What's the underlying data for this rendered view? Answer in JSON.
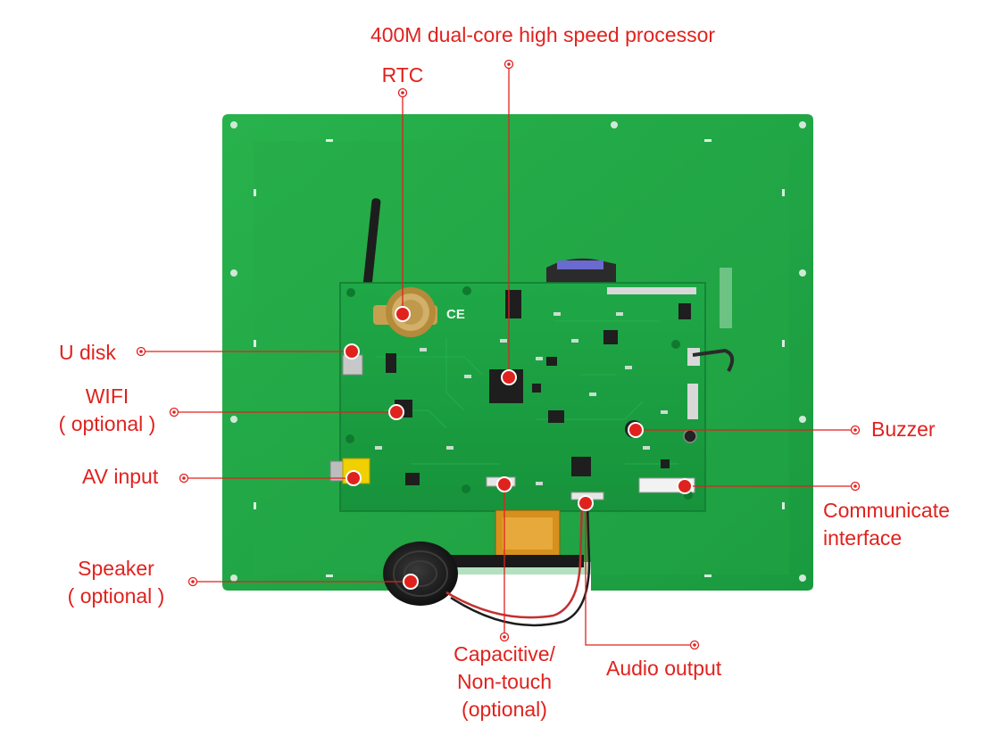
{
  "accent_color": "#e0221e",
  "board_color": "#1fae48",
  "labels": {
    "processor": "400M dual-core high speed processor",
    "rtc": "RTC",
    "u_disk": "U disk",
    "wifi": [
      "WIFI",
      "( optional )"
    ],
    "av_input": "AV input",
    "speaker": [
      "Speaker",
      "( optional )"
    ],
    "buzzer": "Buzzer",
    "communicate": [
      "Communicate",
      "interface"
    ],
    "capacitive": [
      "Capacitive/",
      "Non-touch",
      "(optional)"
    ],
    "audio_output": "Audio output"
  },
  "board_markings": {
    "ce": "CE"
  }
}
